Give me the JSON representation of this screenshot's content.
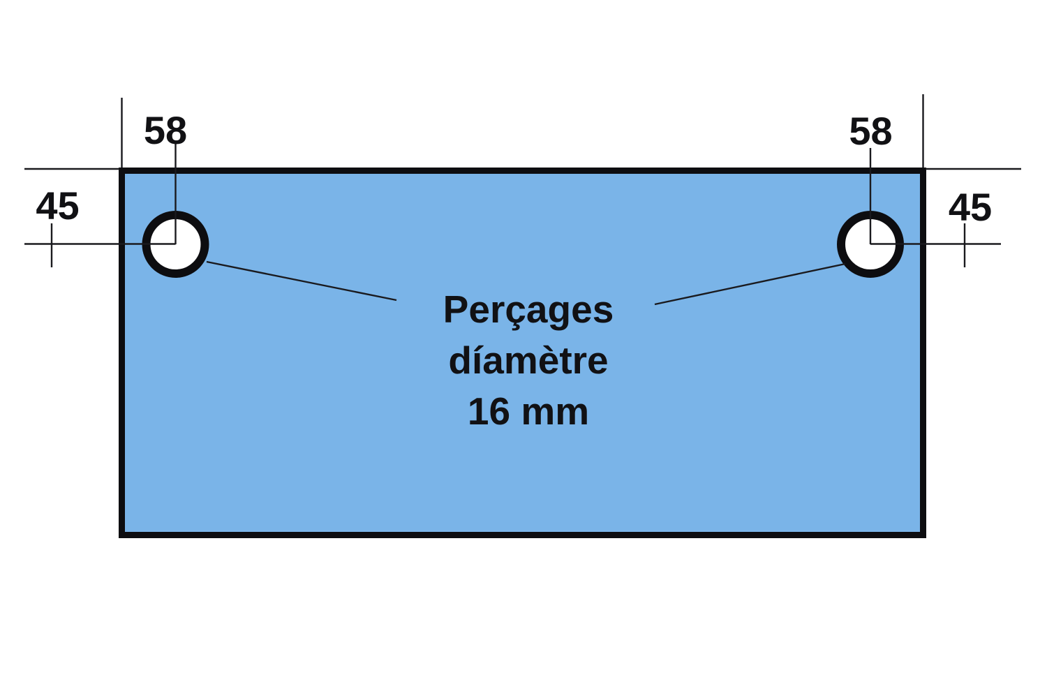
{
  "colors": {
    "background": "#ffffff",
    "plate_fill": "#7ab4e8",
    "outline": "#0d0d10",
    "thin_line": "#1a1a1e",
    "hole_fill": "#ffffff",
    "text": "#111114"
  },
  "dimensions": {
    "top_left": "58",
    "top_right": "58",
    "side_left": "45",
    "side_right": "45"
  },
  "note": {
    "line1": "Perçages",
    "line2": "díamètre",
    "line3": "16 mm"
  }
}
